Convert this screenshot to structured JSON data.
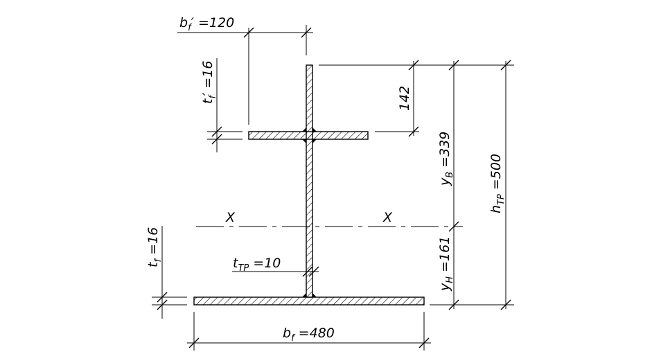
{
  "labels": {
    "bf_top": {
      "sym": "b",
      "sub": "f",
      "rest": "′ =120"
    },
    "tf_top": {
      "sym": "t",
      "sub": "f",
      "rest": "′ =16"
    },
    "dim_142": "142",
    "yb": {
      "sym": "y",
      "sub": "В",
      "rest": " =339"
    },
    "htr": {
      "sym": "h",
      "sub": "ТР",
      "rest": " =500"
    },
    "axis_left": "X",
    "axis_right": "X",
    "ttr": {
      "sym": "t",
      "sub": "ТР",
      "rest": " =10"
    },
    "yn": {
      "sym": "y",
      "sub": "Н",
      "rest": " =161"
    },
    "tf_bot": {
      "sym": "t",
      "sub": "f",
      "rest": " =16"
    },
    "bf_bot": {
      "sym": "b",
      "sub": "f",
      "rest": " =480"
    }
  }
}
